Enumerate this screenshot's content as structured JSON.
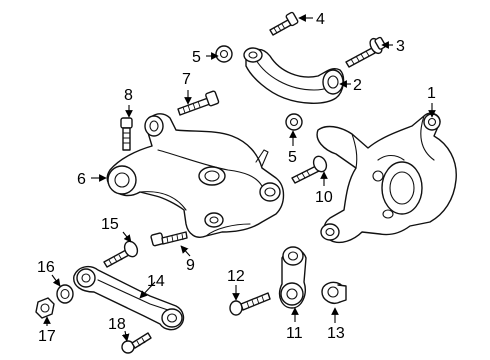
{
  "callouts": [
    {
      "id": "c1",
      "label": "1"
    },
    {
      "id": "c2",
      "label": "2"
    },
    {
      "id": "c3",
      "label": "3"
    },
    {
      "id": "c4",
      "label": "4"
    },
    {
      "id": "c5a",
      "label": "5"
    },
    {
      "id": "c5b",
      "label": "5"
    },
    {
      "id": "c6",
      "label": "6"
    },
    {
      "id": "c7",
      "label": "7"
    },
    {
      "id": "c8",
      "label": "8"
    },
    {
      "id": "c9",
      "label": "9"
    },
    {
      "id": "c10",
      "label": "10"
    },
    {
      "id": "c11",
      "label": "11"
    },
    {
      "id": "c12",
      "label": "12"
    },
    {
      "id": "c13",
      "label": "13"
    },
    {
      "id": "c14",
      "label": "14"
    },
    {
      "id": "c15",
      "label": "15"
    },
    {
      "id": "c16",
      "label": "16"
    },
    {
      "id": "c17",
      "label": "17"
    },
    {
      "id": "c18",
      "label": "18"
    }
  ]
}
